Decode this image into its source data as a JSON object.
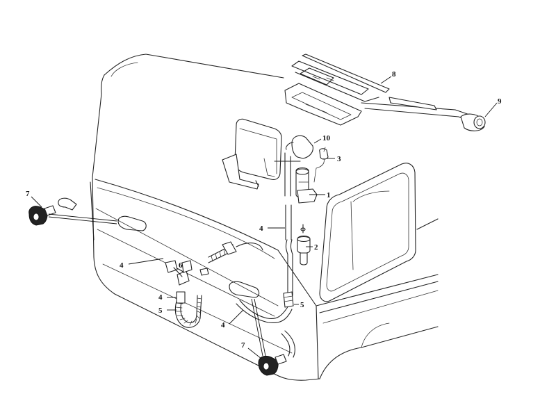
{
  "callouts": [
    {
      "id": "c1",
      "label": "1"
    },
    {
      "id": "c2",
      "label": "2"
    },
    {
      "id": "c3",
      "label": "3"
    },
    {
      "id": "c4a",
      "label": "4"
    },
    {
      "id": "c4b",
      "label": "4"
    },
    {
      "id": "c4c",
      "label": "4"
    },
    {
      "id": "c4d",
      "label": "4"
    },
    {
      "id": "c5a",
      "label": "5"
    },
    {
      "id": "c5b",
      "label": "5"
    },
    {
      "id": "c6",
      "label": "6"
    },
    {
      "id": "c7a",
      "label": "7"
    },
    {
      "id": "c7b",
      "label": "7"
    },
    {
      "id": "c8",
      "label": "8"
    },
    {
      "id": "c9",
      "label": "9"
    },
    {
      "id": "c10",
      "label": "10"
    }
  ]
}
